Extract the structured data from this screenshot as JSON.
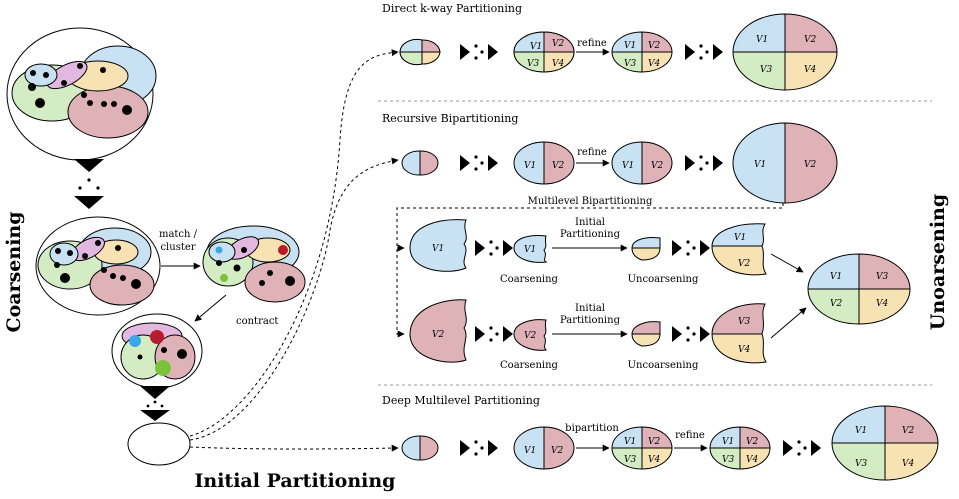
{
  "colors": {
    "blue": "#c8e2f4",
    "red": "#dfb2b8",
    "green": "#d4ecc4",
    "yellow": "#f6e2b2",
    "purple": "#e2b8e0",
    "dot_blue": "#3aa8e6",
    "dot_red": "#b81b2b",
    "dot_green": "#7cc33c"
  },
  "sections": {
    "direct": "Direct k-way Partitioning",
    "recursive": "Recursive Bipartitioning",
    "multilevel_bipartitioning": "Multilevel Bipartitioning",
    "deep": "Deep Multilevel Partitioning"
  },
  "side": {
    "coarsening": "Coarsening",
    "uncoarsening": "Unoarsening",
    "initial_partitioning": "Initial Partitioning"
  },
  "edges": {
    "match_cluster_1": "match /",
    "match_cluster_2": "cluster",
    "contract": "contract",
    "refine": "refine",
    "bipartition": "bipartition",
    "initial_partitioning_1": "Initial",
    "initial_partitioning_2": "Partitioning",
    "coarsening": "Coarsening",
    "uncoarsening": "Uncoarsening"
  },
  "blocks": {
    "v1": "V1",
    "v2": "V2",
    "v3": "V3",
    "v4": "V4"
  }
}
